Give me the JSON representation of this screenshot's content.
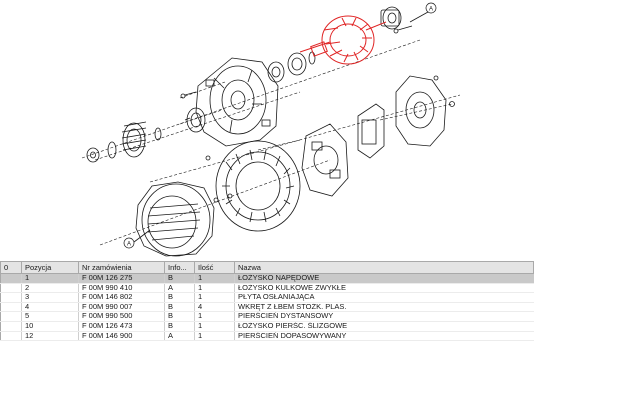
{
  "table": {
    "columns": [
      "0",
      "Pozycja",
      "Nr zamówienia",
      "Info...",
      "Ilość",
      "Nazwa"
    ],
    "rows": [
      {
        "pos": "1",
        "order": "F 00M 126 275",
        "info": "B",
        "qty": "1",
        "name": "ŁOŻYSKO NAPĘDOWE",
        "selected": true
      },
      {
        "pos": "2",
        "order": "F 00M 990 410",
        "info": "A",
        "qty": "1",
        "name": "ŁOŻYSKO KULKOWE ZWYKŁE"
      },
      {
        "pos": "3",
        "order": "F 00M 146 802",
        "info": "B",
        "qty": "1",
        "name": "PŁYTA OSŁANIAJĄCA"
      },
      {
        "pos": "4",
        "order": "F 00M 990 007",
        "info": "B",
        "qty": "4",
        "name": "WKRĘT Z ŁBEM STOŻK. PLAS."
      },
      {
        "pos": "5",
        "order": "F 00M 990 500",
        "info": "B",
        "qty": "1",
        "name": "PIERŚCIEŃ DYSTANSOWY"
      },
      {
        "pos": "10",
        "order": "F 00M 126 473",
        "info": "B",
        "qty": "1",
        "name": "ŁOŻYSKO PIERŚC. ŚLIZGOWE"
      },
      {
        "pos": "12",
        "order": "F 00M 146 900",
        "info": "A",
        "qty": "1",
        "name": "PIERŚCIEŃ DOPASOWYWANY"
      }
    ]
  },
  "diagram": {
    "callout_label": "A",
    "highlight_color": "#e02424",
    "line_color": "#1a1a1a"
  }
}
